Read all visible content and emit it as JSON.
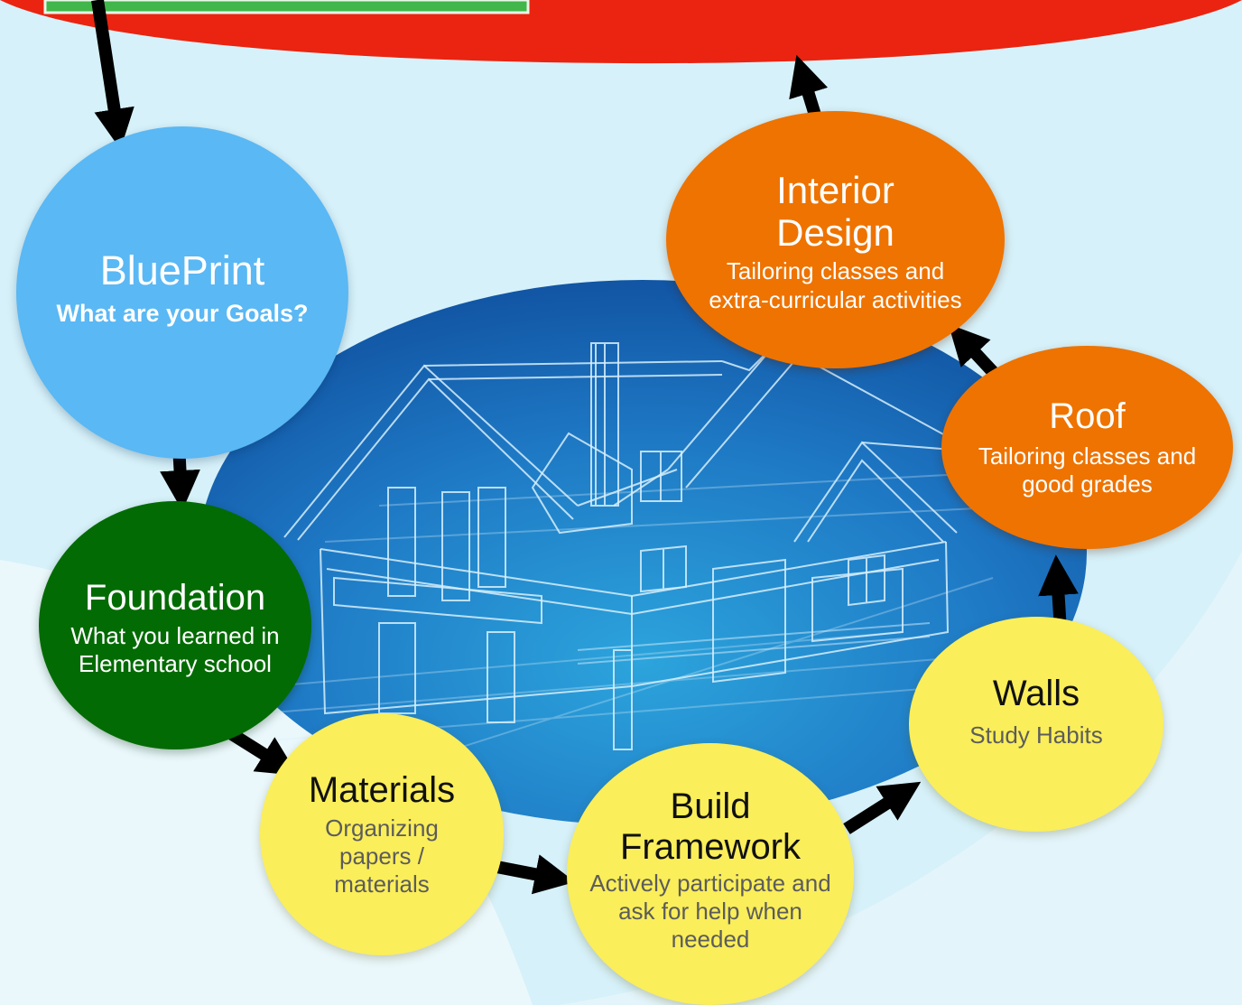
{
  "colors": {
    "background": "#d6f1f9",
    "top_banner_red": "#ea2410",
    "top_tab_green": "#41b64a",
    "blueprint_oval": "#1d6fc0",
    "blueprint_node": "#5ab8f4",
    "foundation_node": "#036b03",
    "orange_node": "#ee7300",
    "yellow_node": "#faee5a",
    "arrow": "#000000"
  },
  "nodes": {
    "blueprint": {
      "title": "BluePrint",
      "desc": "What are your Goals?"
    },
    "foundation": {
      "title": "Foundation",
      "desc": "What you learned in Elementary school"
    },
    "materials": {
      "title": "Materials",
      "desc": "Organizing papers / materials"
    },
    "framework": {
      "title": "Build Framework",
      "desc": "Actively participate and ask for help when needed"
    },
    "walls": {
      "title": "Walls",
      "desc": "Study Habits"
    },
    "roof": {
      "title": "Roof",
      "desc": "Tailoring classes and good grades"
    },
    "interior": {
      "title": "Interior Design",
      "desc": "Tailoring classes and extra-curricular activities"
    }
  },
  "background_image": {
    "subject": "house-wireframe"
  }
}
